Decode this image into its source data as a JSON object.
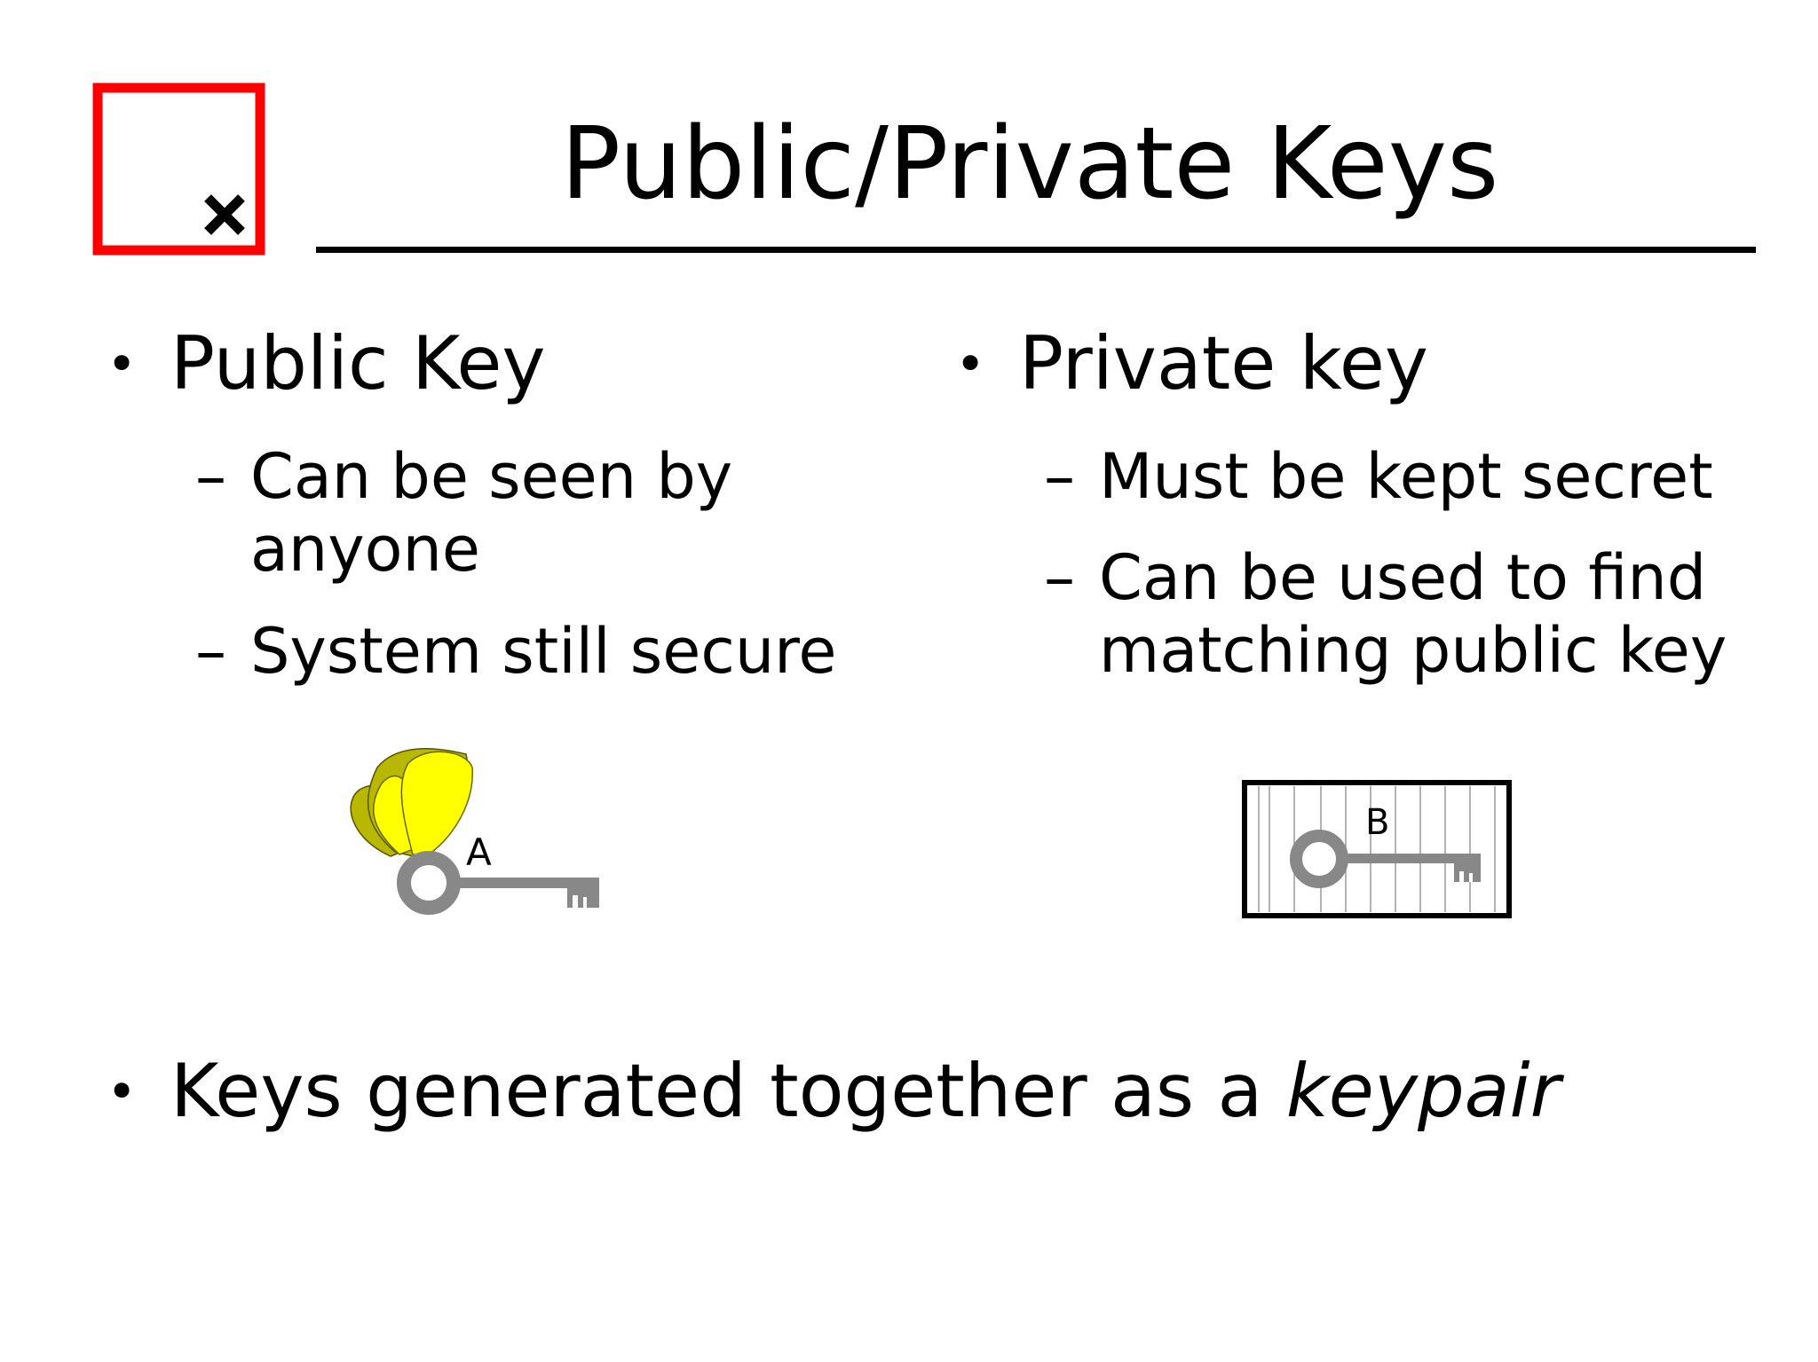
{
  "slide": {
    "title": "Public/Private Keys",
    "bullet_symbol": "•",
    "sub_symbol": "–",
    "public": {
      "heading": "Public Key",
      "items": [
        "Can be seen by anyone",
        "System still secure"
      ],
      "key_label": "A",
      "key_color": "#888888",
      "wing_color": "#ffff00"
    },
    "private": {
      "heading": "Private key",
      "items": [
        "Must be kept secret",
        "Can be used to find matching public key"
      ],
      "key_label": "B",
      "key_color": "#888888"
    },
    "keypair": {
      "text": "Keys generated together as a ",
      "emphasis": "keypair"
    }
  },
  "logo": {
    "icon": "x-mark-icon",
    "border_color": "#ff0000"
  }
}
